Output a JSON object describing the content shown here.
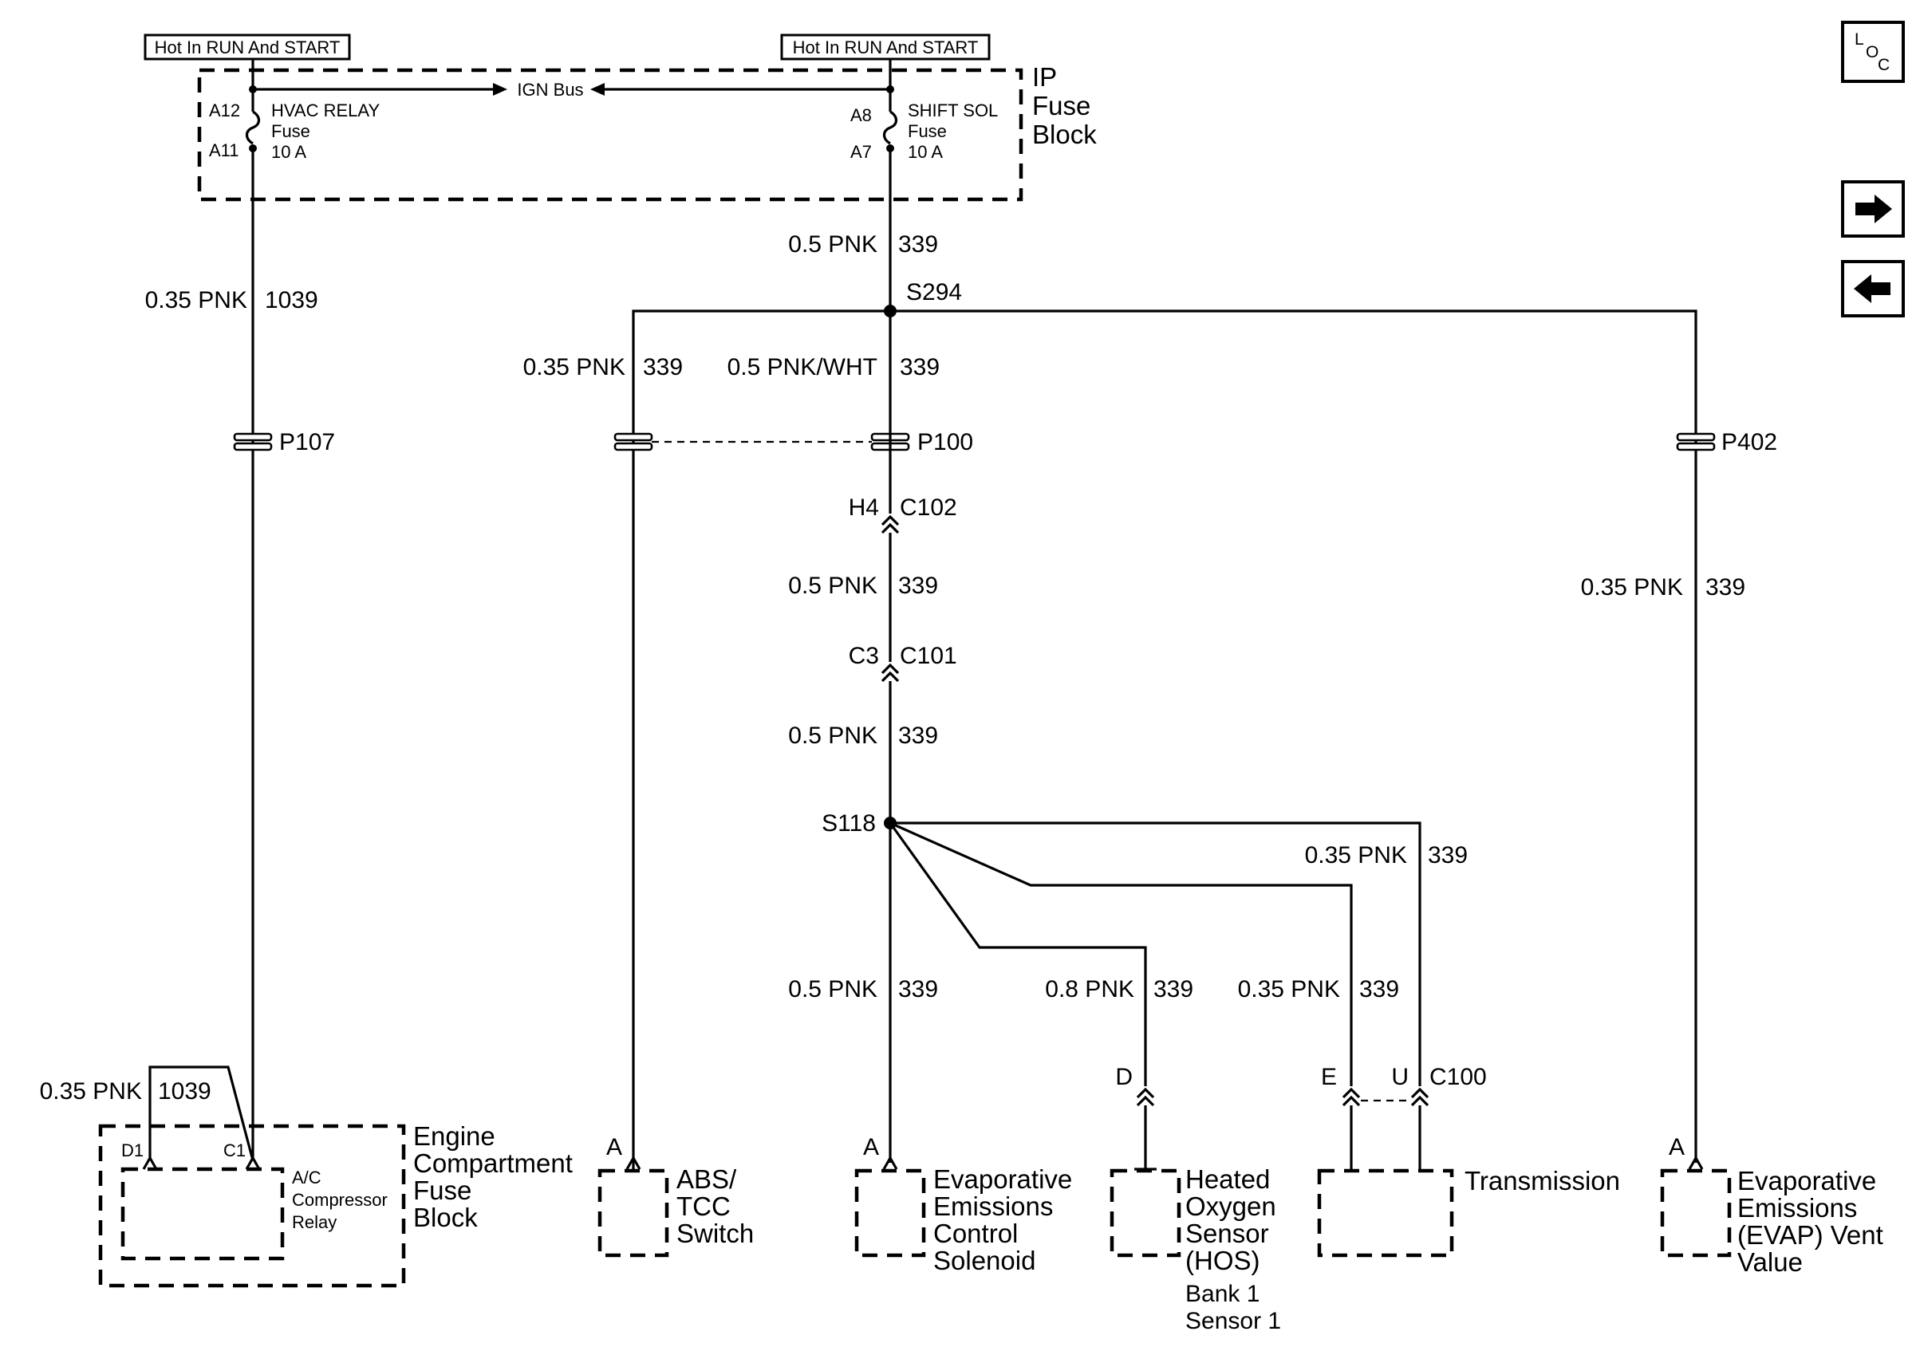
{
  "hot_labels": {
    "left": "Hot In RUN And START",
    "right": "Hot In RUN And START"
  },
  "ip_fuse_block": {
    "title_l1": "IP",
    "title_l2": "Fuse",
    "title_l3": "Block",
    "ign_bus": "IGN Bus"
  },
  "fuse_hvac": {
    "pin_top": "A12",
    "pin_bottom": "A11",
    "name": "HVAC RELAY",
    "type": "Fuse",
    "rating": "10 A"
  },
  "fuse_shift": {
    "pin_top": "A8",
    "pin_bottom": "A7",
    "name": "SHIFT SOL",
    "type": "Fuse",
    "rating": "10 A"
  },
  "wires": {
    "w1039_top": {
      "gauge": "0.35 PNK",
      "circuit": "1039"
    },
    "w339_main": {
      "gauge": "0.5 PNK",
      "circuit": "339"
    },
    "w339_abs": {
      "gauge": "0.35 PNK",
      "circuit": "339"
    },
    "w339_whtp": {
      "gauge": "0.5 PNK/WHT",
      "circuit": "339"
    },
    "w339_c102": {
      "gauge": "0.5 PNK",
      "circuit": "339"
    },
    "w339_c101": {
      "gauge": "0.5 PNK",
      "circuit": "339"
    },
    "w339_evap_vent": {
      "gauge": "0.35 PNK",
      "circuit": "339"
    },
    "w339_trans_u": {
      "gauge": "0.35 PNK",
      "circuit": "339"
    },
    "w339_solenoid": {
      "gauge": "0.5 PNK",
      "circuit": "339"
    },
    "w339_hos": {
      "gauge": "0.8 PNK",
      "circuit": "339"
    },
    "w339_trans_e": {
      "gauge": "0.35 PNK",
      "circuit": "339"
    },
    "w1039_bottom": {
      "gauge": "0.35 PNK",
      "circuit": "1039"
    }
  },
  "splices": {
    "s294": "S294",
    "s118": "S118"
  },
  "grounds": {
    "p107": "P107",
    "p100": "P100",
    "p402": "P402"
  },
  "connectors": {
    "c102": {
      "pin": "H4",
      "name": "C102"
    },
    "c101": {
      "pin": "C3",
      "name": "C101"
    },
    "c100": {
      "pin_e": "E",
      "pin_u": "U",
      "name": "C100"
    },
    "hos_pin": "D"
  },
  "components": {
    "engine_fuse_block": {
      "l1": "Engine",
      "l2": "Compartment",
      "l3": "Fuse",
      "l4": "Block",
      "pin_d1": "D1",
      "pin_c1": "C1"
    },
    "ac_relay": {
      "l1": "A/C",
      "l2": "Compressor",
      "l3": "Relay"
    },
    "abs_tcc": {
      "pin": "A",
      "l1": "ABS/",
      "l2": "TCC",
      "l3": "Switch"
    },
    "evap_solenoid": {
      "pin": "A",
      "l1": "Evaporative",
      "l2": "Emissions",
      "l3": "Control",
      "l4": "Solenoid"
    },
    "hos": {
      "l1": "Heated",
      "l2": "Oxygen",
      "l3": "Sensor",
      "l4": "(HOS)",
      "l5": "Bank 1",
      "l6": "Sensor 1"
    },
    "transmission": {
      "l1": "Transmission"
    },
    "evap_vent": {
      "pin": "A",
      "l1": "Evaporative",
      "l2": "Emissions",
      "l3": "(EVAP) Vent",
      "l4": "Value"
    }
  },
  "nav": {
    "loc_l": "L",
    "loc_o": "O",
    "loc_c": "C",
    "next_icon": "arrow-right-icon",
    "prev_icon": "arrow-left-icon"
  }
}
